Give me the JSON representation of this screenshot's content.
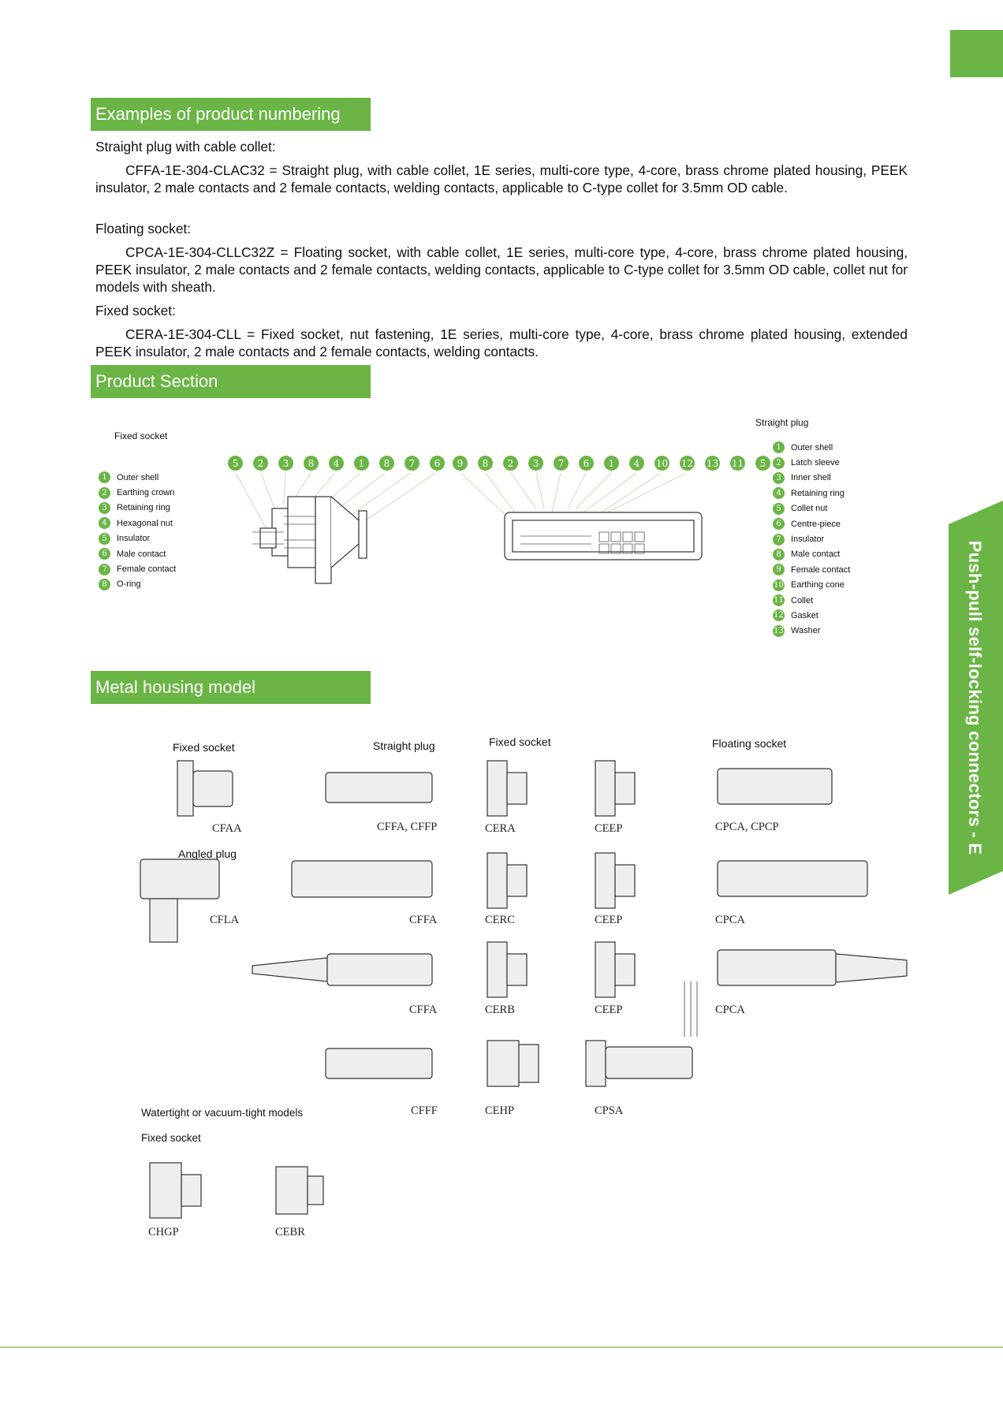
{
  "side_tab": {
    "label": "Push-pull self-locking connectors - E"
  },
  "sections": {
    "numbering": "Examples of product numbering",
    "product_section": "Product Section",
    "metal_housing": "Metal housing model"
  },
  "numbering": {
    "straight_heading": "Straight plug with cable collet:",
    "straight_text": "CFFA-1E-304-CLAC32 = Straight plug, with cable collet, 1E series, multi-core type, 4-core, brass chrome plated housing, PEEK insulator, 2 male contacts and 2 female contacts, welding contacts, applicable to C-type collet for 3.5mm OD cable.",
    "floating_heading": "Floating socket:",
    "floating_text": "CPCA-1E-304-CLLC32Z = Floating socket, with cable collet, 1E series, multi-core type, 4-core, brass chrome plated housing, PEEK insulator, 2 male contacts and 2 female contacts, welding contacts, applicable to C-type collet for 3.5mm OD cable, collet nut for models with sheath.",
    "fixed_heading": "Fixed socket:",
    "fixed_text": "CERA-1E-304-CLL = Fixed socket, nut fastening, 1E series, multi-core type, 4-core, brass chrome plated housing, extended PEEK insulator, 2 male contacts and 2 female contacts, welding contacts."
  },
  "product_section": {
    "fixed_title": "Fixed socket",
    "plug_title": "Straight plug",
    "fixed_legend": [
      {
        "n": "1",
        "label": "Outer shell"
      },
      {
        "n": "2",
        "label": "Earthing crown"
      },
      {
        "n": "3",
        "label": "Retaining ring"
      },
      {
        "n": "4",
        "label": "Hexagonal nut"
      },
      {
        "n": "5",
        "label": "Insulator"
      },
      {
        "n": "6",
        "label": "Male contact"
      },
      {
        "n": "7",
        "label": "Female contact"
      },
      {
        "n": "8",
        "label": "O-ring"
      }
    ],
    "plug_legend": [
      {
        "n": "1",
        "label": "Outer shell"
      },
      {
        "n": "2",
        "label": "Latch sleeve"
      },
      {
        "n": "3",
        "label": "Inner shell"
      },
      {
        "n": "4",
        "label": "Retaining ring"
      },
      {
        "n": "5",
        "label": "Collet nut"
      },
      {
        "n": "6",
        "label": "Centre-piece"
      },
      {
        "n": "7",
        "label": "Insulator"
      },
      {
        "n": "8",
        "label": "Male contact"
      },
      {
        "n": "9",
        "label": "Female contact"
      },
      {
        "n": "10",
        "label": "Earthing cone"
      },
      {
        "n": "11",
        "label": "Collet"
      },
      {
        "n": "12",
        "label": "Gasket"
      },
      {
        "n": "13",
        "label": "Washer"
      }
    ],
    "socket_callouts": [
      "5",
      "2",
      "3",
      "8",
      "4",
      "1",
      "8",
      "7",
      "6"
    ],
    "plug_callouts": [
      "9",
      "8",
      "2",
      "3",
      "7",
      "6",
      "1",
      "4",
      "10",
      "12",
      "13",
      "11",
      "5"
    ]
  },
  "models": {
    "fixed_socket_title": "Fixed socket",
    "straight_plug_title": "Straight plug",
    "fixed_socket_title2": "Fixed socket",
    "floating_socket_title": "Floating socket",
    "angled_plug_title": "Angled plug",
    "watertight_title": "Watertight or vacuum-tight models",
    "fixed_socket_title3": "Fixed socket",
    "captions": {
      "cfaa": "CFAA",
      "cffa_cffp": "CFFA, CFFP",
      "cera": "CERA",
      "ceep1": "CEEP",
      "cpca_cpcp": "CPCA, CPCP",
      "cfla": "CFLA",
      "cffa1": "CFFA",
      "cerc": "CERC",
      "ceep2": "CEEP",
      "cpca1": "CPCA",
      "cffa2": "CFFA",
      "cerb": "CERB",
      "ceep3": "CEEP",
      "cpca2": "CPCA",
      "cfff": "CFFF",
      "cehp": "CEHP",
      "cpsa": "CPSA",
      "chgp": "CHGP",
      "cebr": "CEBR"
    }
  }
}
